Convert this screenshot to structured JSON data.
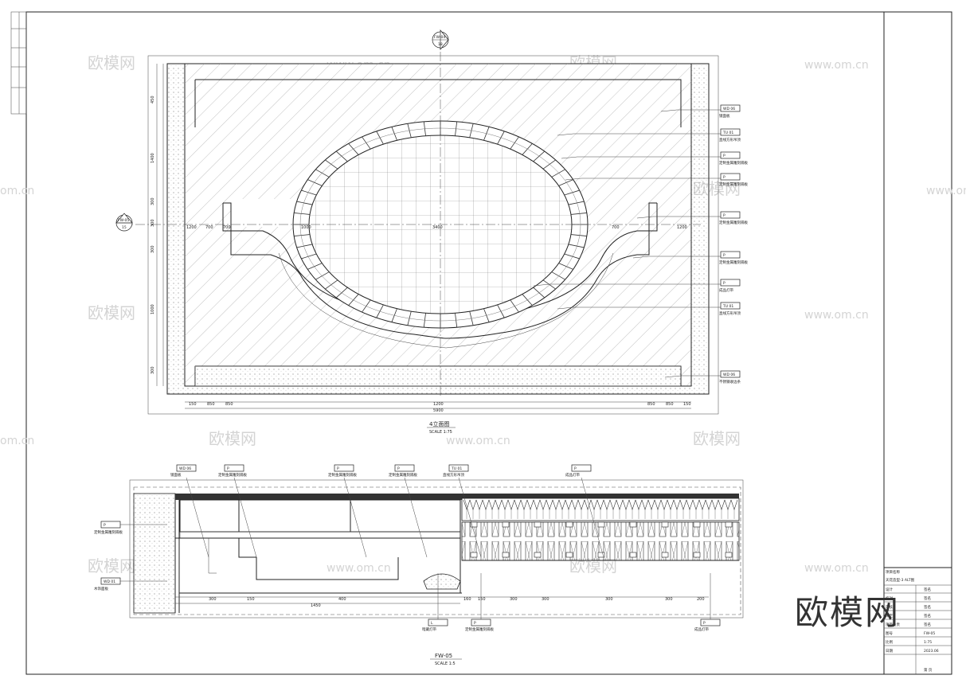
{
  "watermarks": {
    "logo_text": "欧模网",
    "url_text": "www.om.cn",
    "partial_url": "om.cn"
  },
  "section_markers": {
    "top": {
      "code": "FW-04",
      "ref": "18"
    },
    "left": {
      "code": "FW-05",
      "ref": "15"
    }
  },
  "elevation": {
    "title": "4立面图",
    "scale": "SCALE 1:75",
    "dims_vertical": [
      "450",
      "1400",
      "300",
      "300",
      "300",
      "1000",
      "300"
    ],
    "dims_bottom_row1": [
      "150",
      "850",
      "850",
      "1200",
      "850",
      "850",
      "150"
    ],
    "dims_bottom_row2": [
      "5900"
    ],
    "dims_mid": [
      "1200",
      "700",
      "700",
      "1000",
      "3400",
      "700",
      "1200"
    ],
    "callouts": [
      {
        "code": "WD 06",
        "text": "镜面板"
      },
      {
        "code": "TU 01",
        "text": "直线方形吊顶"
      },
      {
        "code": "P",
        "text": "定制金属雕刻隔板"
      },
      {
        "code": "P",
        "text": "定制金属雕刻隔板"
      },
      {
        "code": "P",
        "text": "定制金属雕刻隔板"
      },
      {
        "code": "P",
        "text": "定制金属雕刻隔板"
      },
      {
        "code": "P",
        "text": "成品灯带"
      },
      {
        "code": "TU 01",
        "text": "直线方形吊顶"
      },
      {
        "code": "WD 06",
        "text": "不锈钢收边条"
      }
    ]
  },
  "section": {
    "title": "FW-05",
    "scale": "SCALE 1:5",
    "top_callouts": [
      {
        "code": "WD 06",
        "text": "镜面板"
      },
      {
        "code": "P",
        "text": "定制金属雕刻隔板"
      },
      {
        "code": "P",
        "text": "定制金属雕刻隔板"
      },
      {
        "code": "P",
        "text": "定制金属雕刻隔板"
      },
      {
        "code": "TU 01",
        "text": "直线方形吊顶"
      },
      {
        "code": "P",
        "text": "成品灯带"
      }
    ],
    "left_callouts": [
      {
        "code": "P",
        "text": "定制金属雕刻隔板"
      },
      {
        "code": "WD 01",
        "text": "木饰面板"
      }
    ],
    "bottom_callouts": [
      {
        "code": "L",
        "text": "暗藏灯带"
      },
      {
        "code": "P",
        "text": "定制金属雕刻隔板"
      },
      {
        "code": "P",
        "text": "成品灯带"
      }
    ],
    "dims_bottom": [
      "300",
      "150",
      "400",
      "160",
      "150",
      "300",
      "300",
      "300",
      "300",
      "200"
    ],
    "total_dim": "1450"
  },
  "title_block": {
    "project": "项目名称",
    "drawing": "天花造型-3 ALT图",
    "rows": [
      [
        "设计",
        "签名"
      ],
      [
        "校对",
        "签名"
      ],
      [
        "审核",
        "签名"
      ],
      [
        "审定",
        "签名"
      ],
      [
        "项目负责",
        "签名"
      ],
      [
        "图号",
        "FW-05"
      ],
      [
        "比例",
        "1:75"
      ],
      [
        "日期",
        "2023.06"
      ]
    ],
    "sheet": "第 页"
  }
}
